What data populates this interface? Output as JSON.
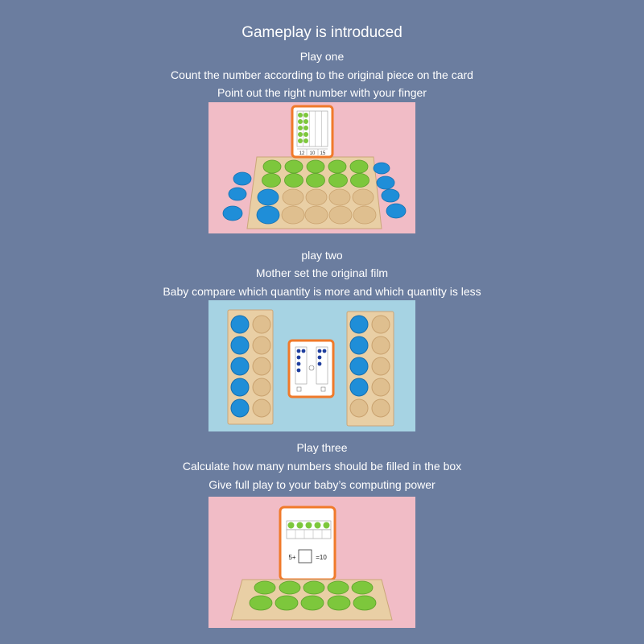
{
  "title": "Gameplay is introduced",
  "sections": [
    {
      "heading": "Play one",
      "lines": [
        "Count the number according to the original piece on the card",
        "Point out the right number with your finger"
      ],
      "card": {
        "options": [
          "12",
          "10",
          "15"
        ]
      }
    },
    {
      "heading": "play two",
      "lines": [
        "Mother set the original film",
        "Baby compare which quantity is more and which quantity is less"
      ]
    },
    {
      "heading": "Play three",
      "lines": [
        "Calculate how many numbers should be filled in the box",
        "Give full play to your baby’s computing power"
      ],
      "card": {
        "equation_left": "5+",
        "equation_right": "=10"
      }
    }
  ],
  "colors": {
    "background": "#6b7d9f",
    "green": "#7dc73c",
    "blue_piece": "#1f8ed8",
    "wood": "#e9cfa5",
    "card_border": "#f07a2a"
  }
}
